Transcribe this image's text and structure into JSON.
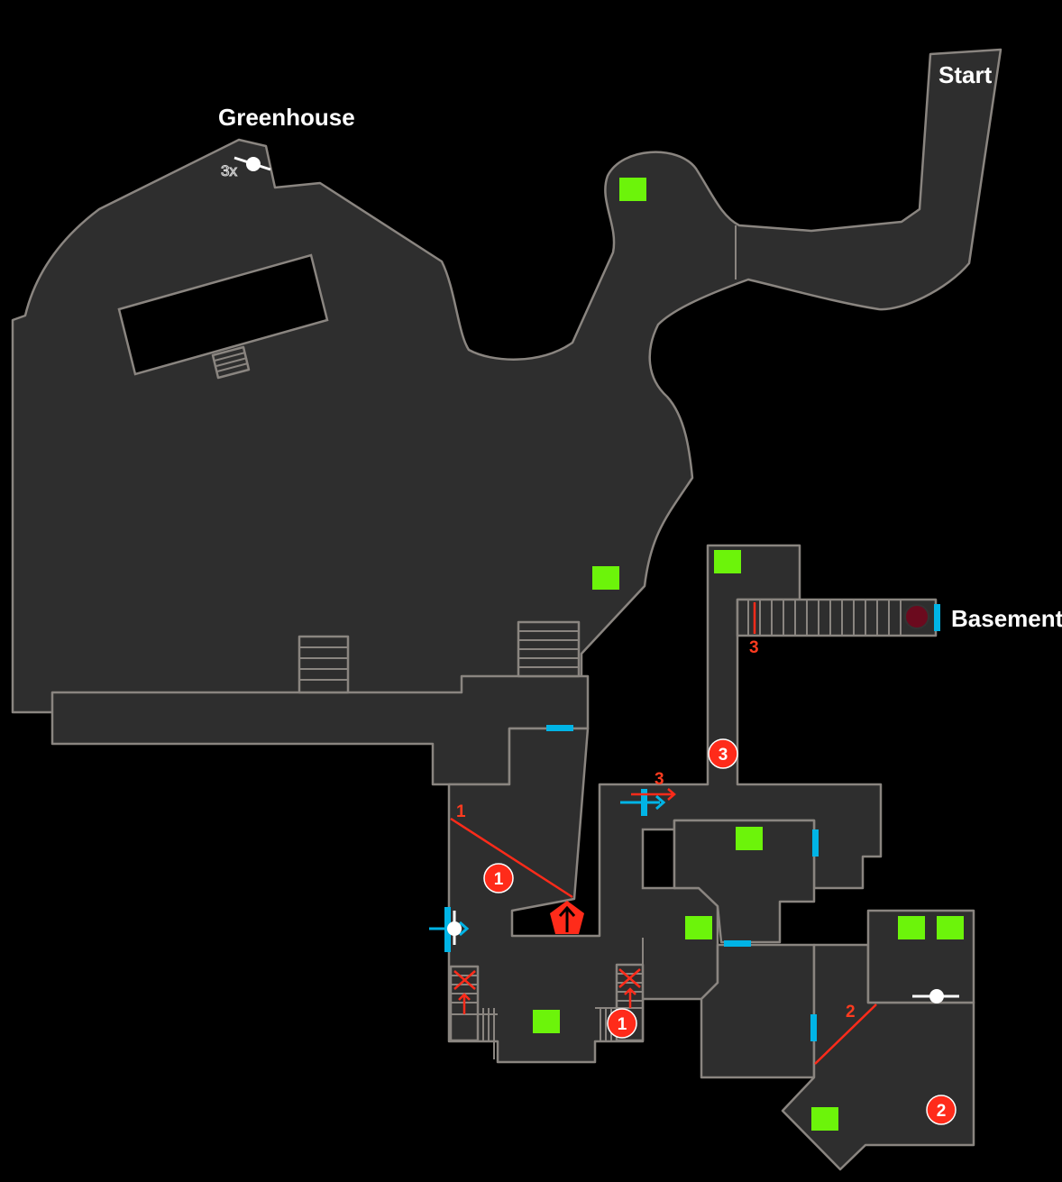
{
  "map": {
    "labels": {
      "start": "Start",
      "greenhouse": "Greenhouse",
      "basement": "Basement"
    },
    "greenhouse_count": "3x",
    "route_numbers": [
      "1",
      "3",
      "3",
      "2"
    ],
    "badges": [
      "1",
      "1",
      "3",
      "2"
    ],
    "colors": {
      "item": "#6cf40a",
      "door": "#00b4e6",
      "route": "#ff2b1a",
      "floor": "#2e2e2e",
      "wall": "#8a8580"
    },
    "icons": [
      "item-box-icon",
      "door-icon",
      "save-point-icon",
      "badge-icon",
      "boss-pentagon-icon",
      "blocked-stairs-icon",
      "basement-exit-icon"
    ]
  }
}
